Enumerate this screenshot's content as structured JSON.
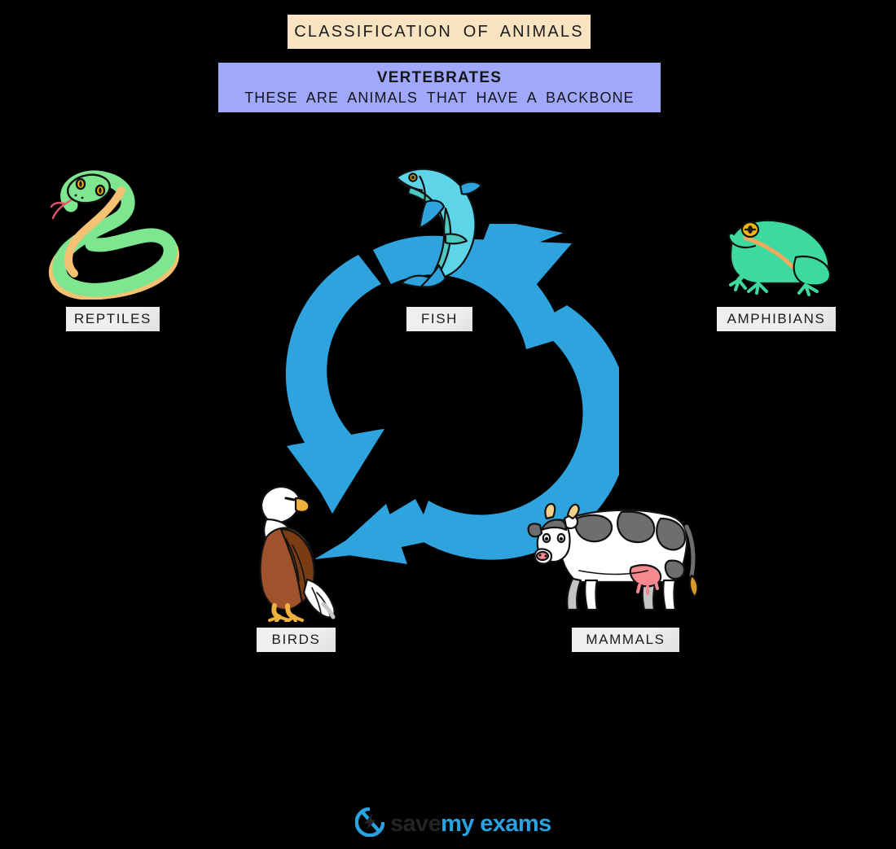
{
  "header": {
    "title": "CLASSIFICATION  OF  ANIMALS",
    "title_bg": "#fae3c0"
  },
  "group_banner": {
    "heading": "VERTEBRATES",
    "description": "THESE  ARE  ANIMALS  THAT  HAVE  A  BACKBONE",
    "bg": "#a0a8fb"
  },
  "diagram": {
    "ring_color": "#2ea3dd",
    "ring_icon": "recycle-arrows-icon",
    "categories": [
      {
        "id": "reptiles",
        "label": "REPTILES",
        "icon": "snake-icon",
        "colors": {
          "body": "#7de68f",
          "belly": "#f5c172",
          "eye": "#f2b705",
          "tongue": "#e2566f"
        }
      },
      {
        "id": "fish",
        "label": "FISH",
        "icon": "fish-icon",
        "colors": {
          "body": "#5ed4e8",
          "body_alt": "#4ec9c0",
          "fin": "#2ea3dd",
          "eye": "#c9a227"
        }
      },
      {
        "id": "amphibians",
        "label": "AMPHIBIANS",
        "icon": "frog-icon",
        "colors": {
          "body": "#3ed9a0",
          "stripe": "#f0a95d",
          "eye": "#f2b705"
        }
      },
      {
        "id": "birds",
        "label": "BIRDS",
        "icon": "eagle-icon",
        "colors": {
          "head": "#ffffff",
          "body": "#a0522d",
          "wing": "#7a3c13",
          "beak": "#f0b03c",
          "tail": "#d9d9d9"
        }
      },
      {
        "id": "mammals",
        "label": "MAMMALS",
        "icon": "cow-icon",
        "colors": {
          "body": "#ffffff",
          "patch": "#6e6e6e",
          "udder": "#f4898f",
          "horn": "#f2cf8a",
          "hoof": "#c4c4c4"
        }
      }
    ]
  },
  "footer": {
    "logo_mark": "save-my-exams-bolt-icon",
    "logo_word_1": "save",
    "logo_word_2": "my exams",
    "logo_accent": "#29a3e0"
  }
}
